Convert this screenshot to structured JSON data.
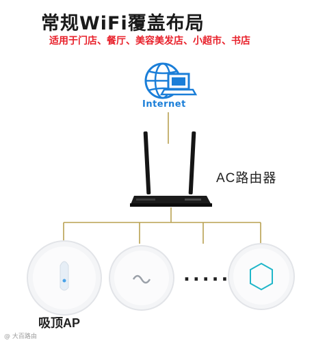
{
  "title": "常规WiFi覆盖布局",
  "subtitle": "适用于门店、餐厅、美容美发店、小超市、书店",
  "nodes": {
    "internet_label": "Internet",
    "router_label": "AC路由器",
    "ap_label": "吸顶AP",
    "ellipsis": "....."
  },
  "watermark": "@ 大百路由",
  "colors": {
    "title": "#1a1a1a",
    "subtitle": "#e8202a",
    "globe": "#1a7ed8",
    "connector": "#b8a050",
    "router": "#151515"
  }
}
